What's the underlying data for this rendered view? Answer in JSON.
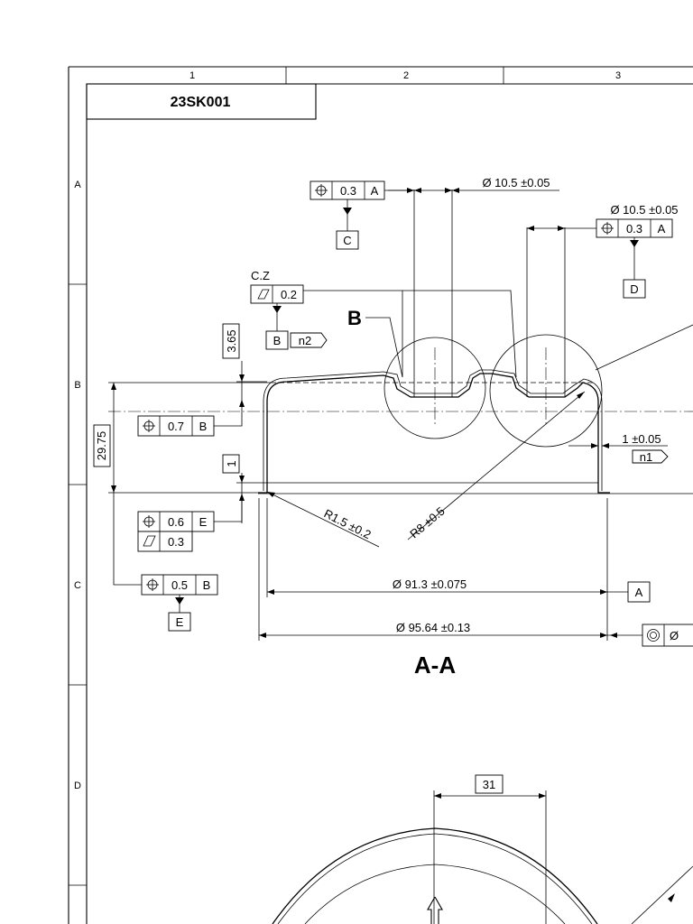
{
  "title_block": {
    "drawing_number": "23SK001"
  },
  "zones": {
    "columns": [
      "1",
      "2",
      "3"
    ],
    "rows": [
      "A",
      "B",
      "C",
      "D"
    ]
  },
  "section_label": "A-A",
  "detail_label": "B",
  "dimensions": {
    "hole_dia_top": "Ø 10.5 ±0.05",
    "hole_dia_right": "Ø 10.5 ±0.05",
    "height_3_65": "3.65",
    "height_29_75": "29.75",
    "height_1": "1",
    "radius_r15": "R1.5 ±0.2",
    "radius_r8": "R8 ±0.5",
    "wall_thickness": "1 ±0.05",
    "dia_91_3": "Ø 91.3 ±0.075",
    "dia_95_64": "Ø 95.64 ±0.13",
    "dim_31": "31"
  },
  "gdt": {
    "position_top": {
      "value": "0.3",
      "datum": "A"
    },
    "datum_c": "C",
    "position_right": {
      "value": "0.3",
      "datum": "A"
    },
    "datum_d": "D",
    "cz_label": "C.Z",
    "flatness_cz": {
      "value": "0.2"
    },
    "datum_b": "B",
    "note_n2": "n2",
    "position_07": {
      "value": "0.7",
      "datum": "B"
    },
    "position_06": {
      "value": "0.6",
      "datum": "E"
    },
    "flatness_03": {
      "value": "0.3"
    },
    "position_05": {
      "value": "0.5",
      "datum": "B"
    },
    "datum_e": "E",
    "datum_a": "A",
    "note_n1": "n1",
    "concentricity_partial": "Ø"
  }
}
